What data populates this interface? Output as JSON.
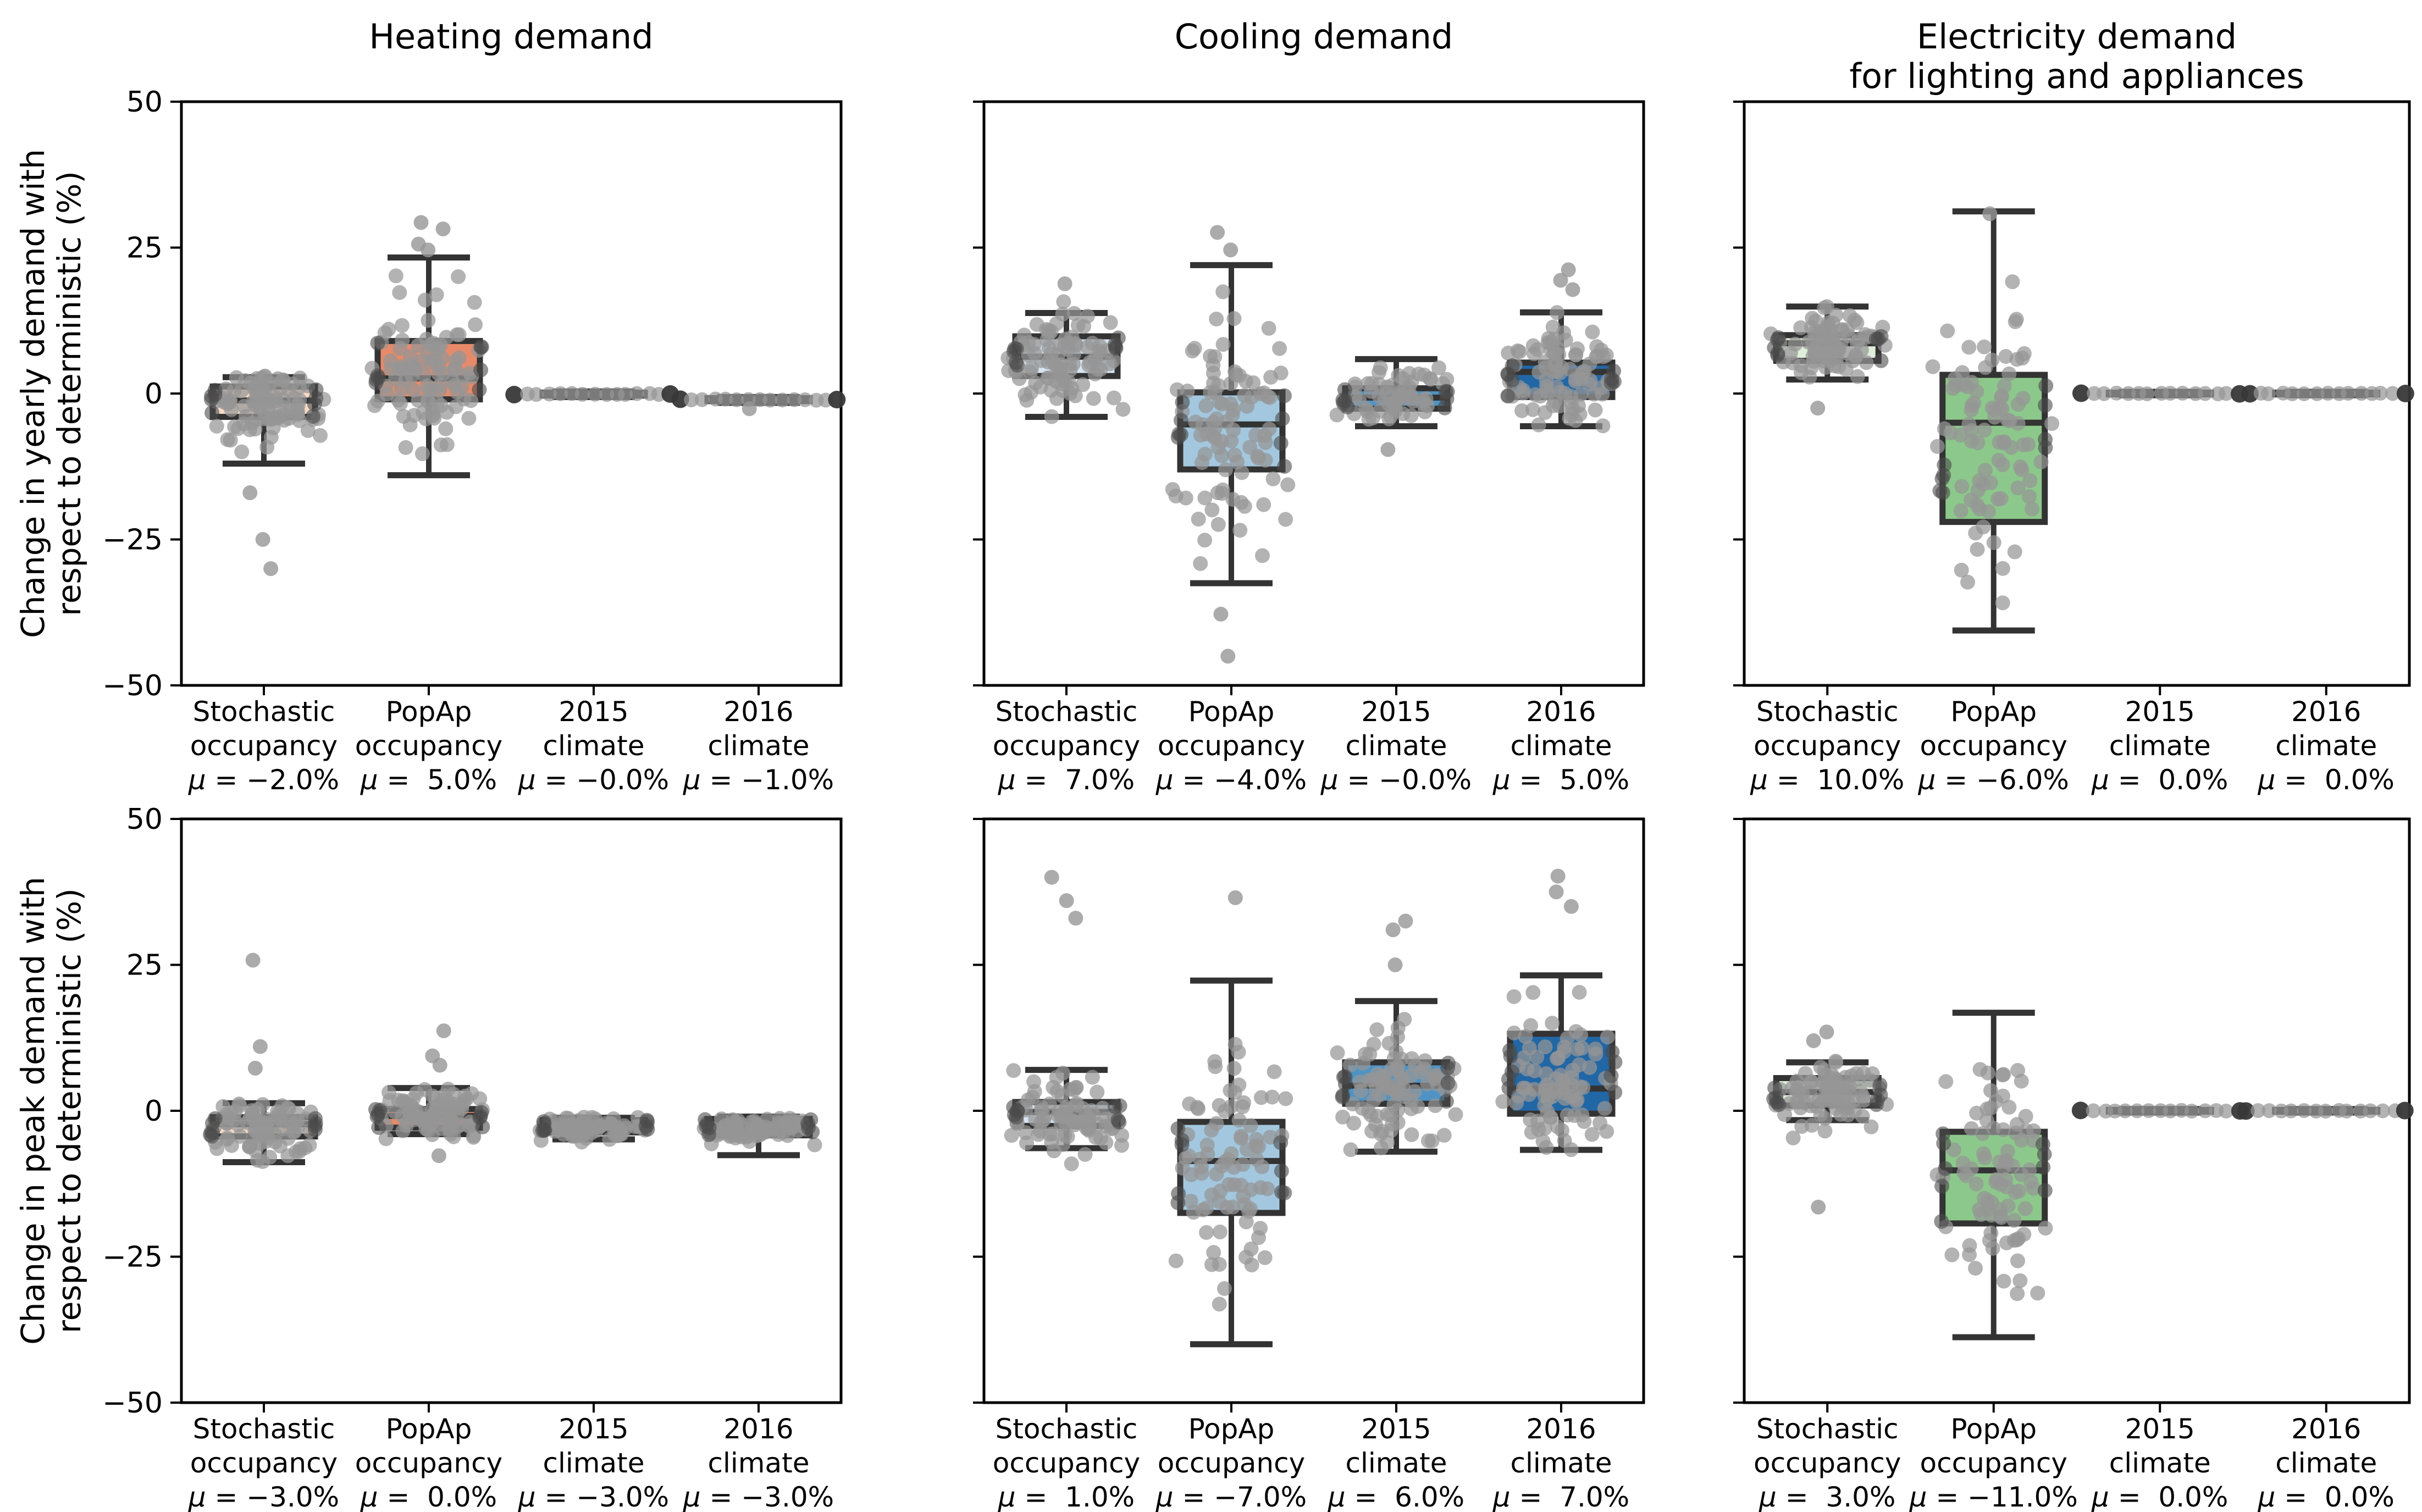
{
  "figure": {
    "background": "#ffffff"
  },
  "style": {
    "point_color": "#969696",
    "point_edge_pile_color": "#4b4b4b",
    "point_dark_end_color": "#383838",
    "box_line_color": "#333333",
    "spine_color": "#000000",
    "text_color": "#000000"
  },
  "chart_data": [
    {
      "id": "heating-yearly",
      "type": "boxplot-swarm",
      "row": 0,
      "col": 0,
      "title": "Heating demand",
      "ylabel": "Change in yearly demand with\nrespect to deterministic (%)",
      "ylim": [
        -50,
        50
      ],
      "yticks": [
        50,
        25,
        0,
        -25,
        -50
      ],
      "ytick_labels": [
        "50",
        "25",
        "0",
        "−25",
        "−50"
      ],
      "show_ytick_labels": true,
      "colors": [
        "#f6dbc8",
        "#e78a69",
        "#cf5246",
        "#a91e23"
      ],
      "categories": [
        {
          "label_lines": [
            "Stochastic",
            "occupancy"
          ],
          "mu": "μ = −2.0%",
          "flat": false,
          "box": {
            "lo": -12,
            "q1": -4,
            "median": -1.2,
            "q3": 1.2,
            "hi": 2.8
          },
          "cloud": {
            "n": 95,
            "mean": -1.5,
            "sd": 3.2,
            "min": -11.5,
            "max": 3.2
          },
          "outliers": [
            -17,
            -25,
            -30
          ]
        },
        {
          "label_lines": [
            "PopAp",
            "occupancy"
          ],
          "mu": "μ =  5.0%",
          "flat": false,
          "box": {
            "lo": -14,
            "q1": -1,
            "median": 2.6,
            "q3": 9,
            "hi": 23.3
          },
          "cloud": {
            "n": 95,
            "mean": 3,
            "sd": 7,
            "min": -13.8,
            "max": 23
          },
          "outliers": [
            29.3,
            28.2,
            25.6,
            24.6
          ]
        },
        {
          "label_lines": [
            "2015",
            "climate"
          ],
          "mu": "μ = −0.0%",
          "flat": true,
          "box": {
            "lo": -0.6,
            "q1": -0.35,
            "median": -0.1,
            "q3": 0.15,
            "hi": 0.35
          },
          "cloud": {
            "n": 15,
            "mean": -0.1,
            "sd": 0.1,
            "min": -0.5,
            "max": 0.3
          },
          "outliers": []
        },
        {
          "label_lines": [
            "2016",
            "climate"
          ],
          "mu": "μ = −1.0%",
          "flat": true,
          "box": {
            "lo": -1.6,
            "q1": -1.3,
            "median": -1.05,
            "q3": -0.8,
            "hi": -0.6
          },
          "cloud": {
            "n": 15,
            "mean": -1.05,
            "sd": 0.12,
            "min": -1.5,
            "max": -0.7
          },
          "outliers": [
            -2.6
          ]
        }
      ]
    },
    {
      "id": "cooling-yearly",
      "type": "boxplot-swarm",
      "row": 0,
      "col": 1,
      "title": "Cooling demand",
      "ylabel": null,
      "ylim": [
        -50,
        50
      ],
      "yticks": [
        50,
        25,
        0,
        -25,
        -50
      ],
      "ytick_labels": [
        "50",
        "25",
        "0",
        "−25",
        "−50"
      ],
      "show_ytick_labels": false,
      "colors": [
        "#d7e4f1",
        "#a3c7de",
        "#4f93c4",
        "#2267a5"
      ],
      "categories": [
        {
          "label_lines": [
            "Stochastic",
            "occupancy"
          ],
          "mu": "μ =  7.0%",
          "flat": false,
          "box": {
            "lo": -4,
            "q1": 3,
            "median": 6.3,
            "q3": 9.8,
            "hi": 13.8
          },
          "cloud": {
            "n": 90,
            "mean": 6,
            "sd": 4.2,
            "min": -4.8,
            "max": 15.8
          },
          "outliers": [
            18.8
          ]
        },
        {
          "label_lines": [
            "PopAp",
            "occupancy"
          ],
          "mu": "μ = −4.0%",
          "flat": false,
          "box": {
            "lo": -32.5,
            "q1": -13,
            "median": -5.3,
            "q3": 0.2,
            "hi": 22
          },
          "cloud": {
            "n": 90,
            "mean": -6,
            "sd": 10.5,
            "min": -32,
            "max": 21.5
          },
          "outliers": [
            27.6,
            24.6,
            -37.8,
            -45
          ]
        },
        {
          "label_lines": [
            "2015",
            "climate"
          ],
          "mu": "μ = −0.0%",
          "flat": false,
          "box": {
            "lo": -5.6,
            "q1": -2.6,
            "median": -0.7,
            "q3": 0.9,
            "hi": 5.9
          },
          "cloud": {
            "n": 60,
            "mean": -0.8,
            "sd": 2.3,
            "min": -5.8,
            "max": 5.8
          },
          "outliers": [
            -9.6
          ]
        },
        {
          "label_lines": [
            "2016",
            "climate"
          ],
          "mu": "μ =  5.0%",
          "flat": false,
          "box": {
            "lo": -5.6,
            "q1": -0.6,
            "median": 3.7,
            "q3": 5.3,
            "hi": 13.9
          },
          "cloud": {
            "n": 90,
            "mean": 2.8,
            "sd": 4.6,
            "min": -5.8,
            "max": 14
          },
          "outliers": [
            21.2,
            19.4,
            17.8
          ]
        }
      ]
    },
    {
      "id": "electricity-yearly",
      "type": "boxplot-swarm",
      "row": 0,
      "col": 2,
      "title": "Electricity demand\nfor lighting and appliances",
      "ylabel": null,
      "ylim": [
        -50,
        50
      ],
      "yticks": [
        50,
        25,
        0,
        -25,
        -50
      ],
      "ytick_labels": [
        "50",
        "25",
        "0",
        "−25",
        "−50"
      ],
      "show_ytick_labels": false,
      "colors": [
        "#dfeeda",
        "#8cc88b",
        "#4c9f58",
        "#19713a"
      ],
      "categories": [
        {
          "label_lines": [
            "Stochastic",
            "occupancy"
          ],
          "mu": "μ =  10.0%",
          "flat": false,
          "box": {
            "lo": 2.4,
            "q1": 5.6,
            "median": 8.6,
            "q3": 10,
            "hi": 14.9
          },
          "cloud": {
            "n": 80,
            "mean": 8,
            "sd": 3.4,
            "min": 2.2,
            "max": 19.6
          },
          "outliers": [
            -2.5
          ]
        },
        {
          "label_lines": [
            "PopAp",
            "occupancy"
          ],
          "mu": "μ = −6.0%",
          "flat": false,
          "box": {
            "lo": -40.6,
            "q1": -22,
            "median": -5,
            "q3": 3.2,
            "hi": 31.2
          },
          "cloud": {
            "n": 85,
            "mean": -8,
            "sd": 12.5,
            "min": -37,
            "max": 20.8
          },
          "outliers": [
            30.8
          ]
        },
        {
          "label_lines": [
            "2015",
            "climate"
          ],
          "mu": "μ =  0.0%",
          "flat": true,
          "box": {
            "lo": -0.3,
            "q1": -0.15,
            "median": 0,
            "q3": 0.15,
            "hi": 0.3
          },
          "cloud": {
            "n": 15,
            "mean": 0,
            "sd": 0.07,
            "min": -0.25,
            "max": 0.25
          },
          "outliers": []
        },
        {
          "label_lines": [
            "2016",
            "climate"
          ],
          "mu": "μ =  0.0%",
          "flat": true,
          "box": {
            "lo": -0.3,
            "q1": -0.15,
            "median": 0,
            "q3": 0.15,
            "hi": 0.3
          },
          "cloud": {
            "n": 15,
            "mean": 0,
            "sd": 0.07,
            "min": -0.25,
            "max": 0.25
          },
          "outliers": []
        }
      ]
    },
    {
      "id": "heating-peak",
      "type": "boxplot-swarm",
      "row": 1,
      "col": 0,
      "title": null,
      "ylabel": "Change in peak demand with\nrespect to deterministic (%)",
      "ylim": [
        -50,
        50
      ],
      "yticks": [
        50,
        25,
        0,
        -25,
        -50
      ],
      "ytick_labels": [
        "50",
        "25",
        "0",
        "−25",
        "−50"
      ],
      "show_ytick_labels": true,
      "colors": [
        "#f6dbc8",
        "#e78a69",
        "#cf5246",
        "#a91e23"
      ],
      "categories": [
        {
          "label_lines": [
            "Stochastic",
            "occupancy"
          ],
          "mu": "μ = −3.0%",
          "flat": false,
          "box": {
            "lo": -8.8,
            "q1": -4.4,
            "median": -2.3,
            "q3": -1.1,
            "hi": 1.3
          },
          "cloud": {
            "n": 85,
            "mean": -3,
            "sd": 2.8,
            "min": -11.5,
            "max": 1.5
          },
          "outliers": [
            25.8,
            11,
            7.3
          ]
        },
        {
          "label_lines": [
            "PopAp",
            "occupancy"
          ],
          "mu": "μ =  0.0%",
          "flat": false,
          "box": {
            "lo": -4,
            "q1": -2.9,
            "median": -0.9,
            "q3": 0.3,
            "hi": 3.9
          },
          "cloud": {
            "n": 85,
            "mean": -0.6,
            "sd": 2.4,
            "min": -5,
            "max": 6
          },
          "outliers": [
            13.7,
            9.4,
            7.8,
            -7.7
          ]
        },
        {
          "label_lines": [
            "2015",
            "climate"
          ],
          "mu": "μ = −3.0%",
          "flat": false,
          "box": {
            "lo": -4.9,
            "q1": -3.7,
            "median": -2.5,
            "q3": -1.6,
            "hi": -1.2
          },
          "cloud": {
            "n": 70,
            "mean": -2.8,
            "sd": 1.1,
            "min": -6.1,
            "max": -1
          },
          "outliers": []
        },
        {
          "label_lines": [
            "2016",
            "climate"
          ],
          "mu": "μ = −3.0%",
          "flat": false,
          "box": {
            "lo": -7.6,
            "q1": -4.2,
            "median": -2.6,
            "q3": -1.4,
            "hi": -1
          },
          "cloud": {
            "n": 70,
            "mean": -3,
            "sd": 1.3,
            "min": -7.8,
            "max": -1
          },
          "outliers": []
        }
      ]
    },
    {
      "id": "cooling-peak",
      "type": "boxplot-swarm",
      "row": 1,
      "col": 1,
      "title": null,
      "ylabel": null,
      "ylim": [
        -50,
        50
      ],
      "yticks": [
        50,
        25,
        0,
        -25,
        -50
      ],
      "ytick_labels": [
        "50",
        "25",
        "0",
        "−25",
        "−50"
      ],
      "show_ytick_labels": false,
      "colors": [
        "#d7e4f1",
        "#a3c7de",
        "#4f93c4",
        "#2267a5"
      ],
      "categories": [
        {
          "label_lines": [
            "Stochastic",
            "occupancy"
          ],
          "mu": "μ =  1.0%",
          "flat": false,
          "box": {
            "lo": -6.4,
            "q1": -2.6,
            "median": -0.2,
            "q3": 1.5,
            "hi": 7
          },
          "cloud": {
            "n": 85,
            "mean": -0.5,
            "sd": 3.2,
            "min": -10,
            "max": 7.2
          },
          "outliers": [
            40,
            36,
            33
          ]
        },
        {
          "label_lines": [
            "PopAp",
            "occupancy"
          ],
          "mu": "μ = −7.0%",
          "flat": false,
          "box": {
            "lo": -40,
            "q1": -17.5,
            "median": -8.6,
            "q3": -1.9,
            "hi": 22.3
          },
          "cloud": {
            "n": 85,
            "mean": -9,
            "sd": 11,
            "min": -35.5,
            "max": 21
          },
          "outliers": [
            36.5
          ]
        },
        {
          "label_lines": [
            "2015",
            "climate"
          ],
          "mu": "μ =  6.0%",
          "flat": false,
          "box": {
            "lo": -7,
            "q1": 1.2,
            "median": 4.3,
            "q3": 8.3,
            "hi": 18.8
          },
          "cloud": {
            "n": 85,
            "mean": 4,
            "sd": 5.5,
            "min": -8,
            "max": 19
          },
          "outliers": [
            32.5,
            31,
            25
          ]
        },
        {
          "label_lines": [
            "2016",
            "climate"
          ],
          "mu": "μ =  7.0%",
          "flat": false,
          "box": {
            "lo": -6.7,
            "q1": -0.5,
            "median": 3.8,
            "q3": 13.2,
            "hi": 23.2
          },
          "cloud": {
            "n": 85,
            "mean": 5,
            "sd": 7,
            "min": -6.8,
            "max": 23
          },
          "outliers": [
            40.2,
            37.5,
            35
          ]
        }
      ]
    },
    {
      "id": "electricity-peak",
      "type": "boxplot-swarm",
      "row": 1,
      "col": 2,
      "title": null,
      "ylabel": null,
      "ylim": [
        -50,
        50
      ],
      "yticks": [
        50,
        25,
        0,
        -25,
        -50
      ],
      "ytick_labels": [
        "50",
        "25",
        "0",
        "−25",
        "−50"
      ],
      "show_ytick_labels": false,
      "colors": [
        "#dfeeda",
        "#8cc88b",
        "#4c9f58",
        "#19713a"
      ],
      "categories": [
        {
          "label_lines": [
            "Stochastic",
            "occupancy"
          ],
          "mu": "μ =  3.0%",
          "flat": false,
          "box": {
            "lo": -1.6,
            "q1": 0.9,
            "median": 3.2,
            "q3": 5.6,
            "hi": 8.3
          },
          "cloud": {
            "n": 80,
            "mean": 3,
            "sd": 2.8,
            "min": -7,
            "max": 11
          },
          "outliers": [
            13.5,
            12,
            -16.5
          ]
        },
        {
          "label_lines": [
            "PopAp",
            "occupancy"
          ],
          "mu": "μ = −11.0%",
          "flat": false,
          "box": {
            "lo": -38.8,
            "q1": -19.3,
            "median": -10.2,
            "q3": -3.6,
            "hi": 16.8
          },
          "cloud": {
            "n": 85,
            "mean": -10,
            "sd": 10.5,
            "min": -35,
            "max": 16.5
          },
          "outliers": []
        },
        {
          "label_lines": [
            "2015",
            "climate"
          ],
          "mu": "μ =  0.0%",
          "flat": true,
          "box": {
            "lo": -0.3,
            "q1": -0.15,
            "median": 0,
            "q3": 0.15,
            "hi": 0.3
          },
          "cloud": {
            "n": 15,
            "mean": 0,
            "sd": 0.07,
            "min": -0.25,
            "max": 0.25
          },
          "outliers": []
        },
        {
          "label_lines": [
            "2016",
            "climate"
          ],
          "mu": "μ =  0.0%",
          "flat": true,
          "box": {
            "lo": -0.3,
            "q1": -0.15,
            "median": 0,
            "q3": 0.15,
            "hi": 0.3
          },
          "cloud": {
            "n": 15,
            "mean": 0,
            "sd": 0.07,
            "min": -0.25,
            "max": 0.25
          },
          "outliers": []
        }
      ]
    }
  ]
}
